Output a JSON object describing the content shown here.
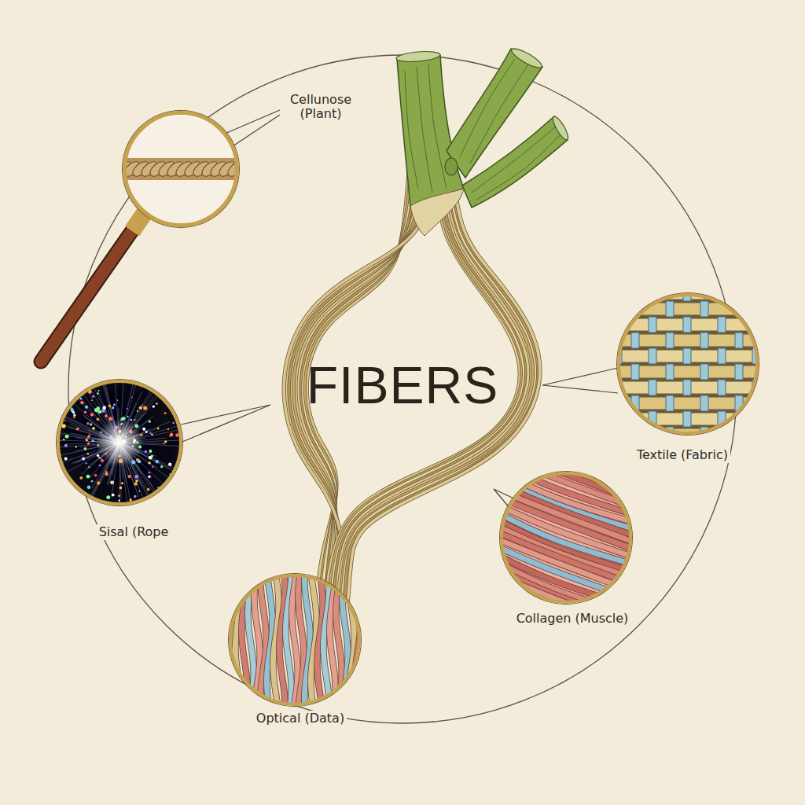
{
  "diagram": {
    "title": "FIBERS",
    "nodes": [
      {
        "text": [
          "Cellunose (Plant)"
        ]
      },
      {
        "text": [
          "Textile (Fabric)"
        ]
      },
      {
        "text": [
          "Sisal (Rope"
        ]
      },
      {
        "text": [
          "Collagen (Muscle)"
        ]
      },
      {
        "text": [
          "Optical (Data)"
        ]
      }
    ]
  }
}
